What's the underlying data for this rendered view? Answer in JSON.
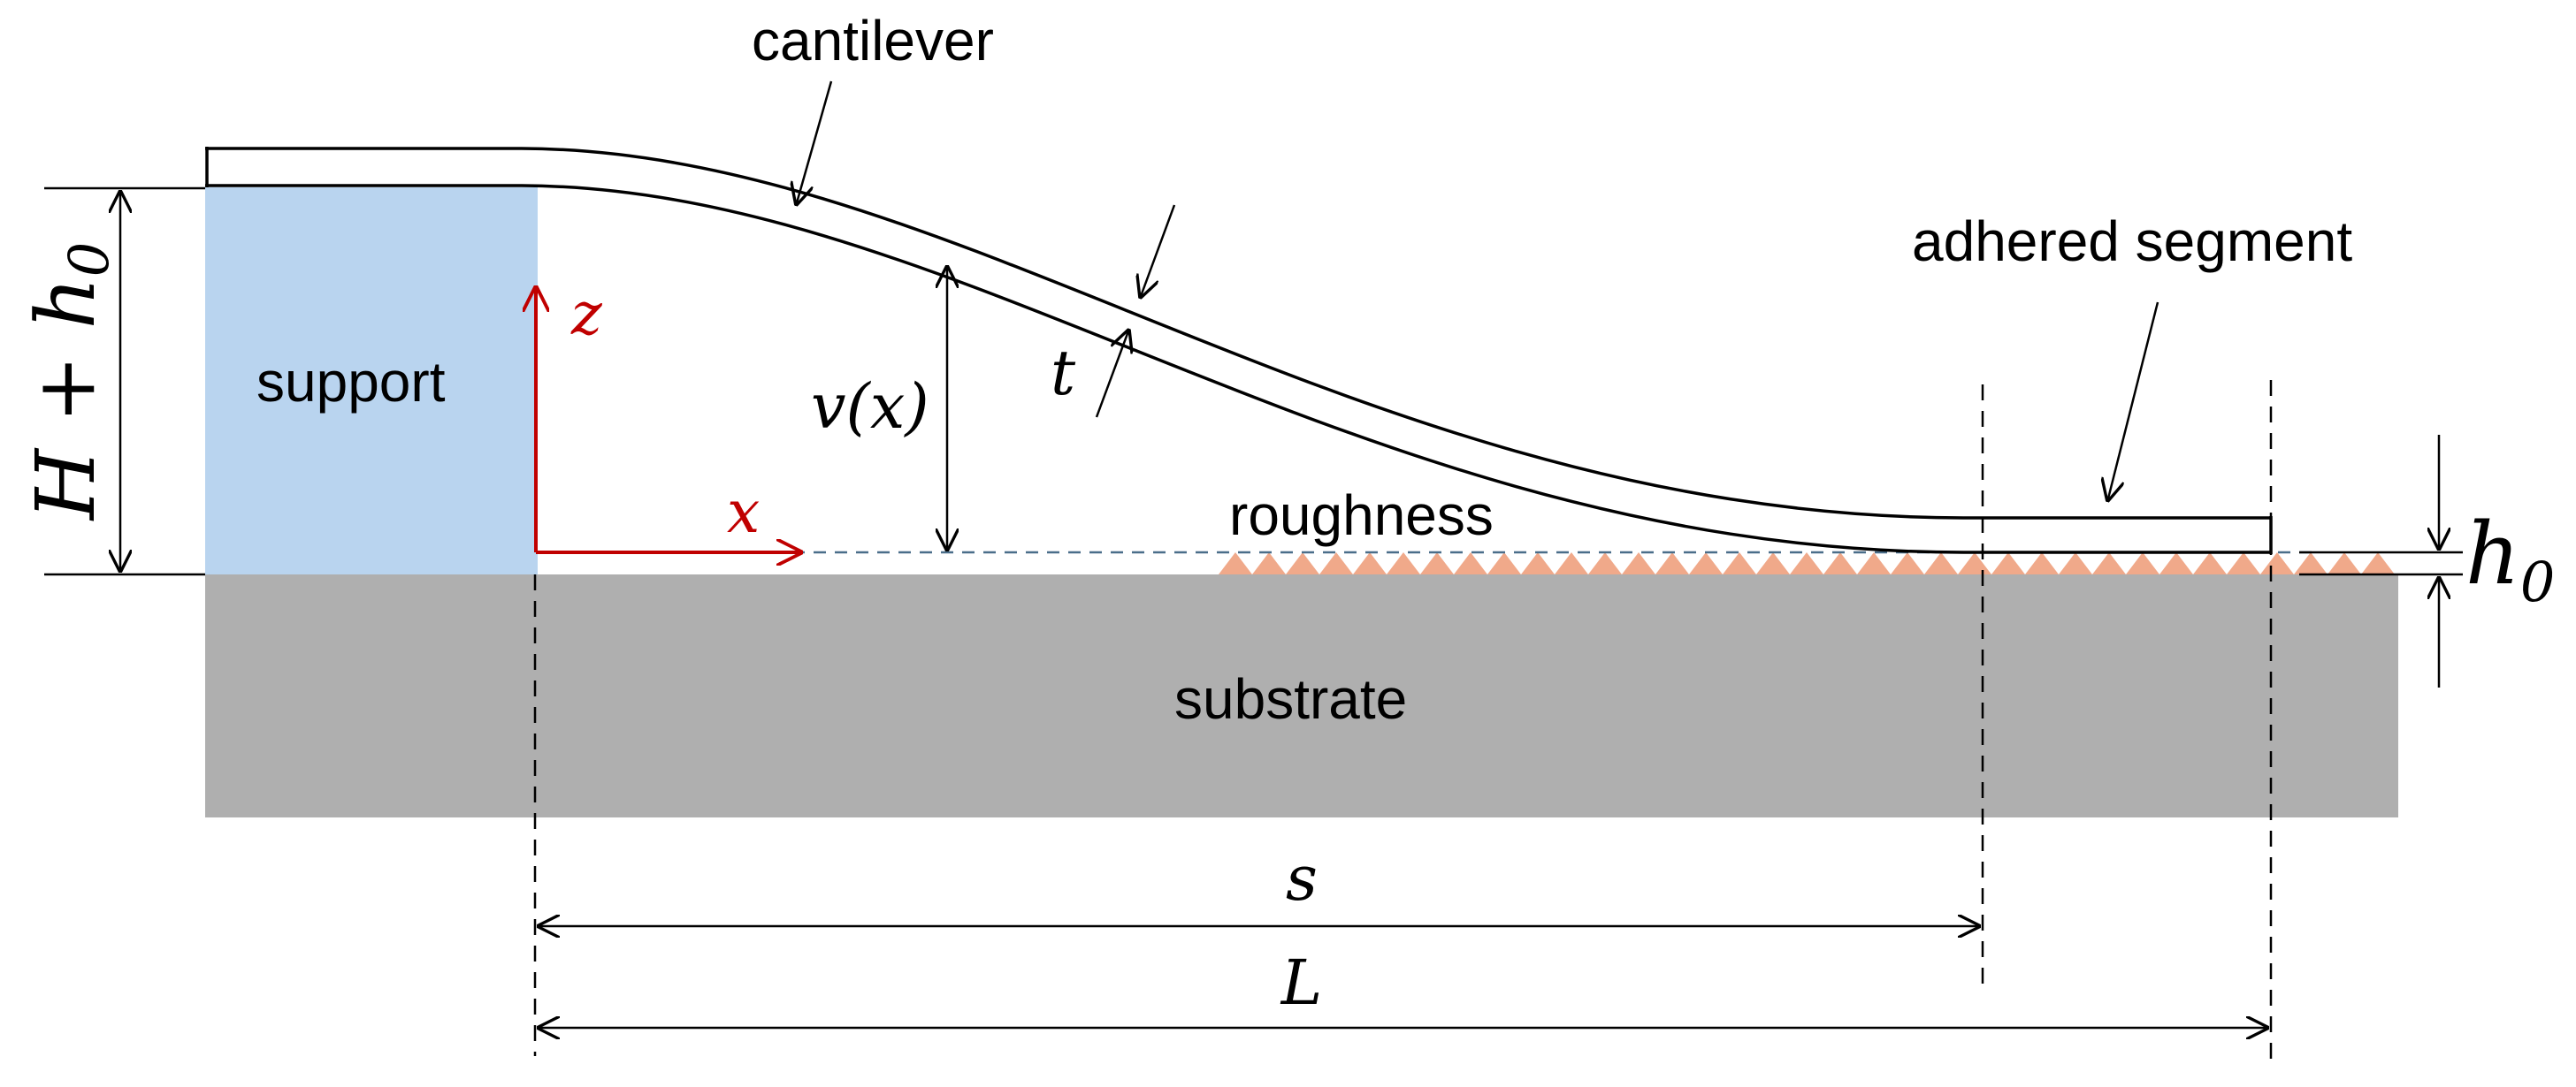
{
  "labels": {
    "cantilever": "cantilever",
    "adhered_segment": "adhered segment",
    "support": "support",
    "roughness": "roughness",
    "substrate": "substrate"
  },
  "symbols": {
    "height": "H + h",
    "height_sub": "0",
    "z_axis": "z",
    "x_axis": "x",
    "deflection": "v(x)",
    "thickness": "t",
    "h0": "h",
    "h0_sub": "0",
    "s": "s",
    "L": "L"
  },
  "colors": {
    "support": "#b9d4ef",
    "substrate": "#afafaf",
    "roughness": "#f0a98a",
    "axis": "#c00000",
    "baseline_dash": "#4a6e8a"
  }
}
